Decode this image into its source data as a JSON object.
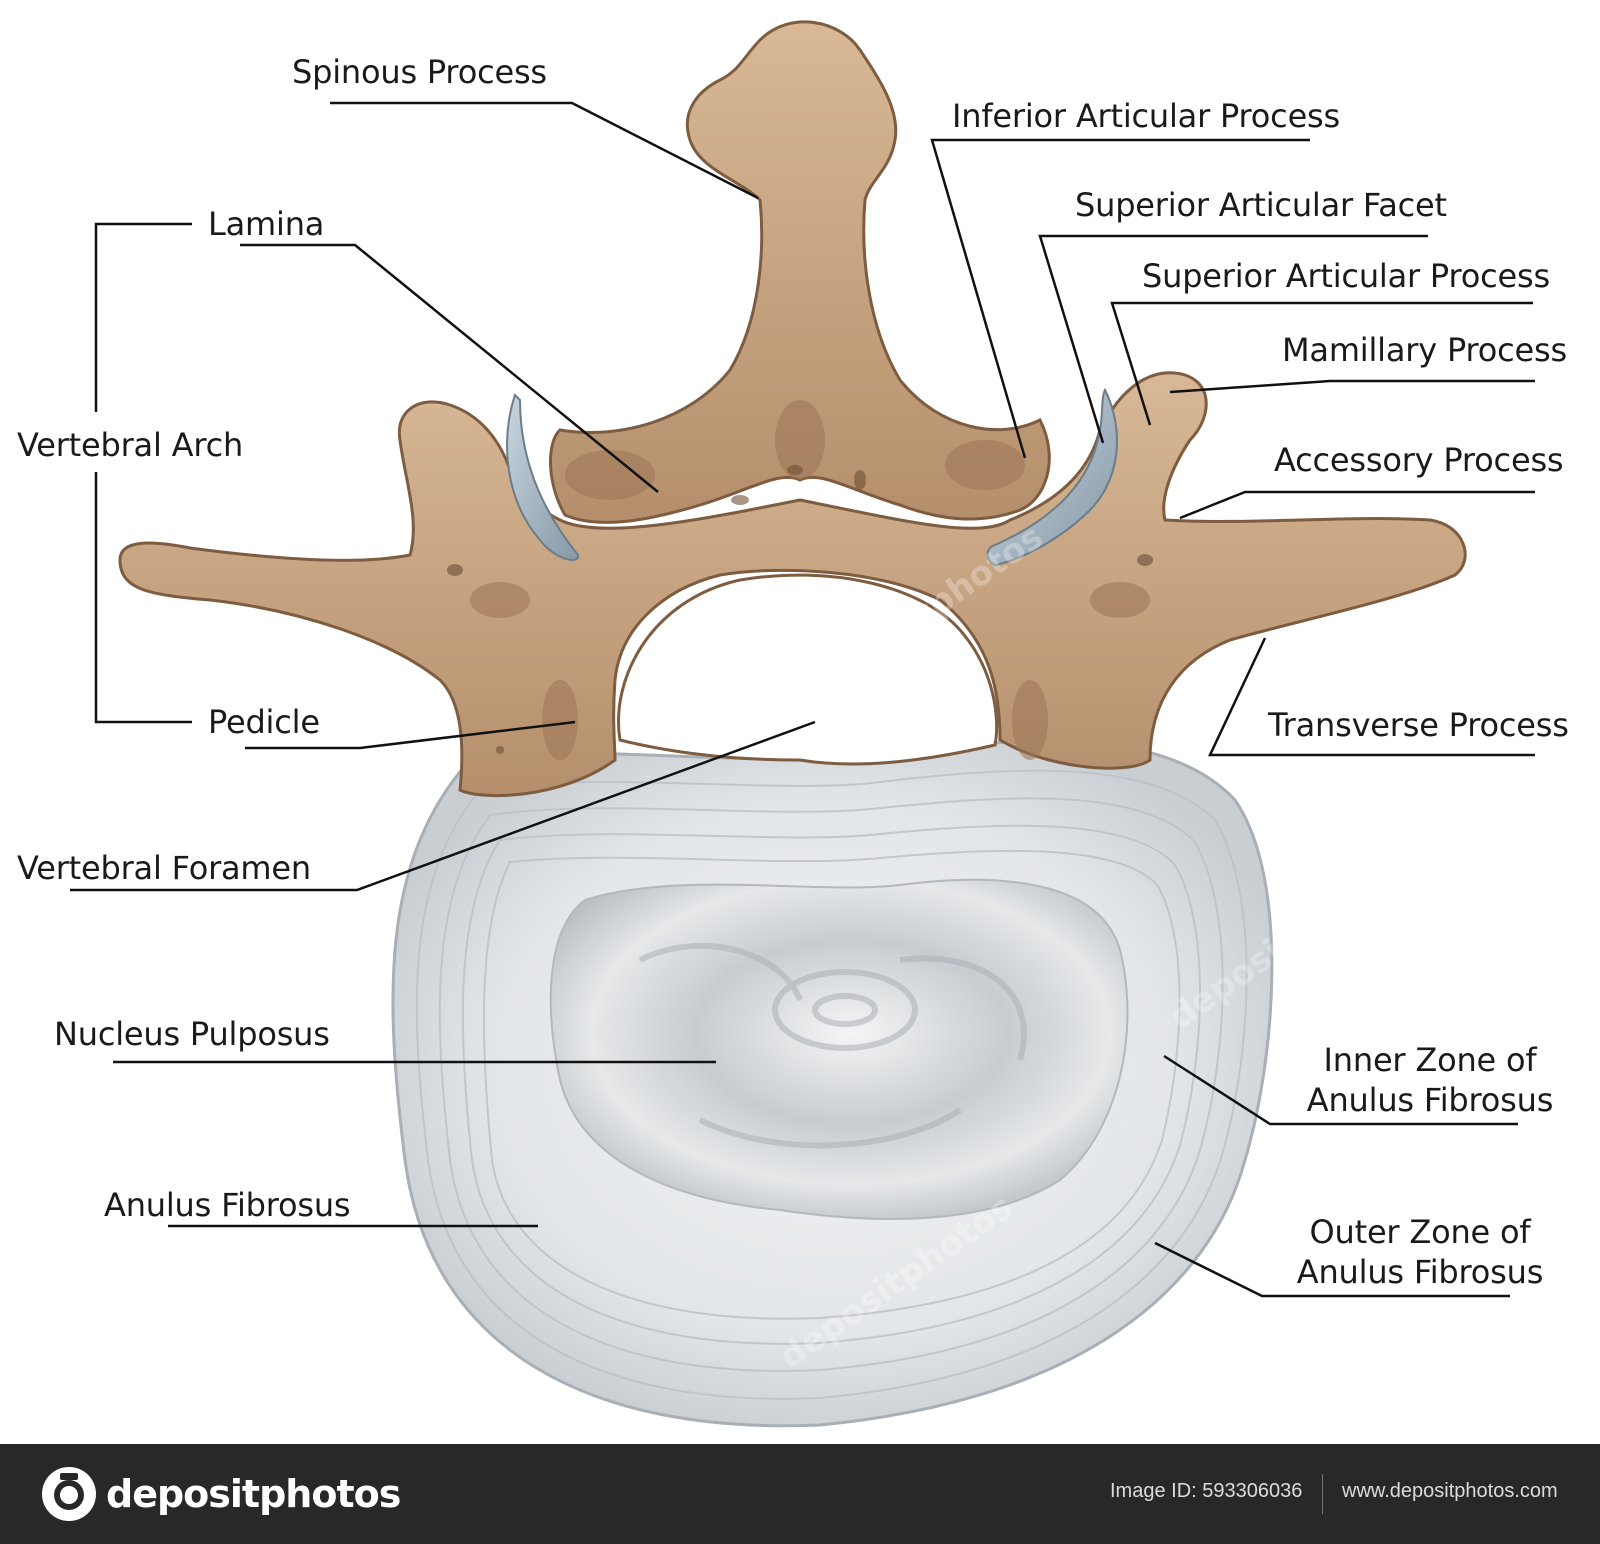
{
  "labels": {
    "spinous_process": "Spinous Process",
    "inferior_articular_process": "Inferior Articular Process",
    "lamina": "Lamina",
    "superior_articular_facet": "Superior Articular Facet",
    "superior_articular_process": "Superior Articular Process",
    "mamillary_process": "Mamillary Process",
    "vertebral_arch": "Vertebral Arch",
    "accessory_process": "Accessory Process",
    "pedicle": "Pedicle",
    "transverse_process": "Transverse Process",
    "vertebral_foramen": "Vertebral Foramen",
    "nucleus_pulposus": "Nucleus Pulposus",
    "inner_zone_line1": "Inner Zone of",
    "inner_zone_line2": "Anulus Fibrosus",
    "anulus_fibrosus": "Anulus Fibrosus",
    "outer_zone_line1": "Outer Zone of",
    "outer_zone_line2": "Anulus Fibrosus"
  },
  "footer": {
    "brand": "depositphotos",
    "image_id": "Image ID: 593306036",
    "site": "www.depositphotos.com"
  },
  "watermark": "depositphotos",
  "colors": {
    "bone": "#c9a684",
    "bone_shadow": "#8f6b4d",
    "cartilage": "#a9b9c5",
    "disc": "#dfe2e5",
    "footer_bg": "#282828"
  }
}
